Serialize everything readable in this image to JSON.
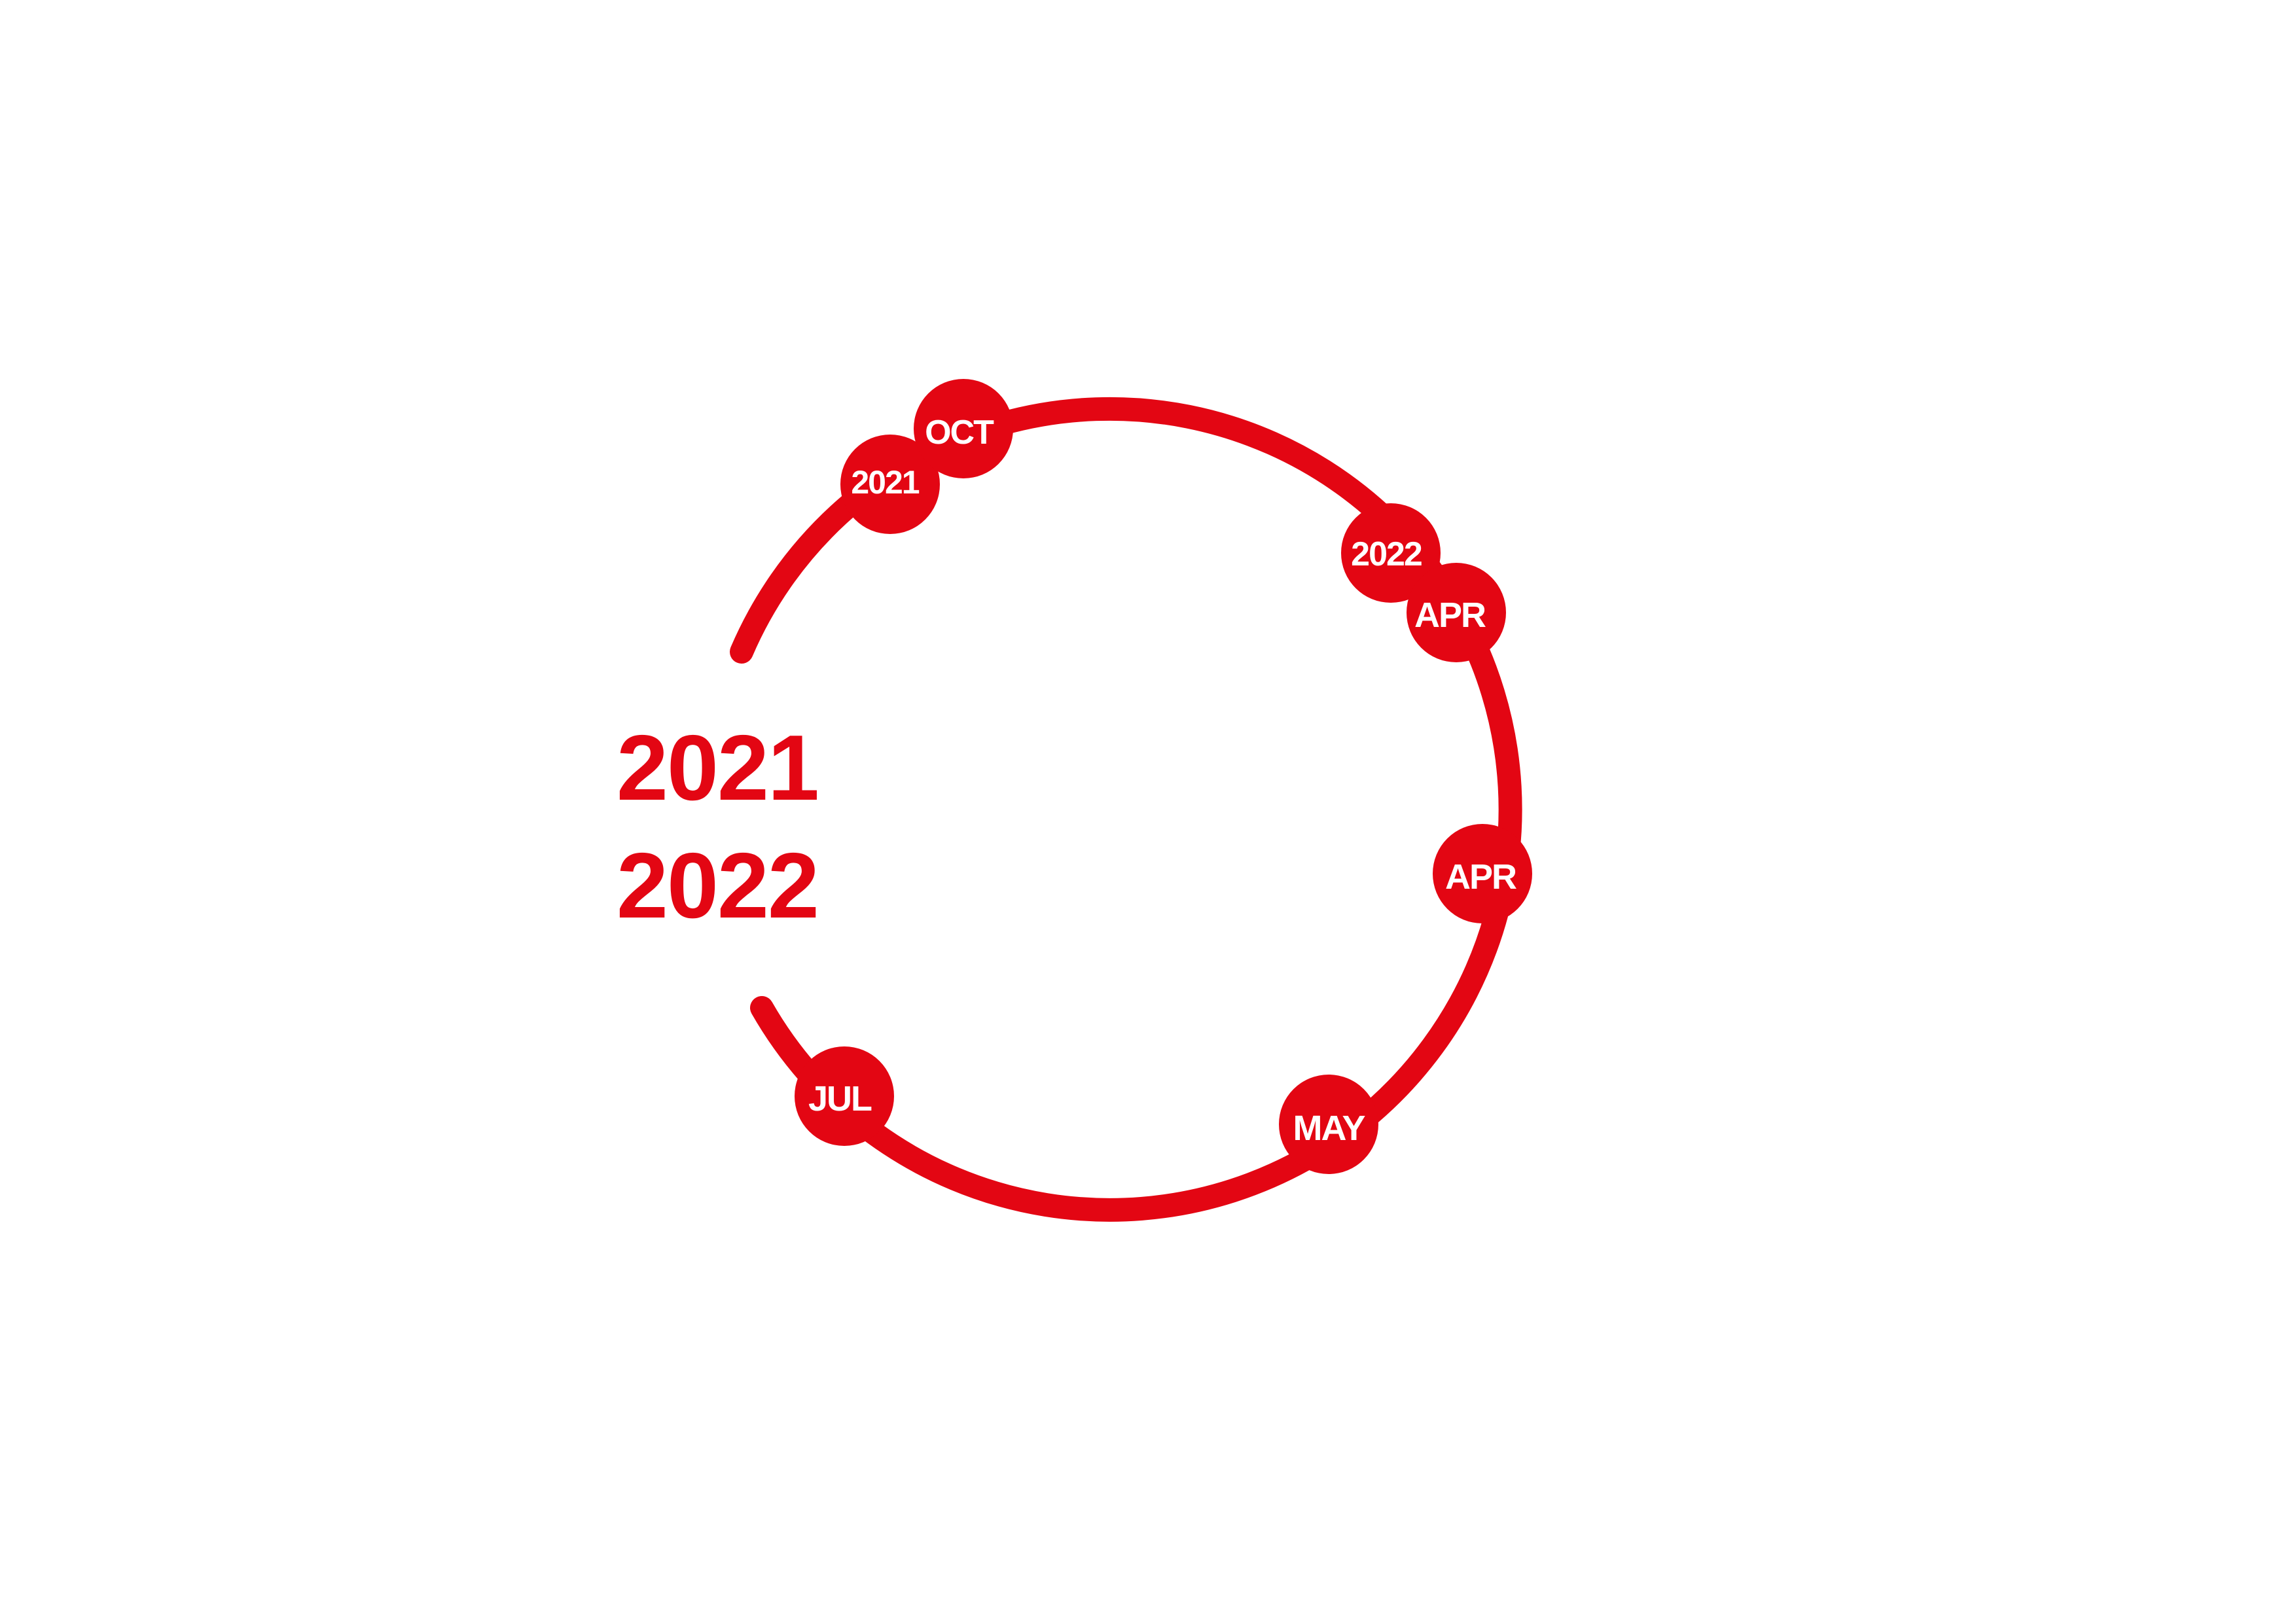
{
  "colors": {
    "accent": "#e30613",
    "background": "#ffffff",
    "label_text": "#ffffff"
  },
  "years": {
    "start": "2021",
    "end": "2022"
  },
  "milestones": [
    {
      "label": "2021"
    },
    {
      "label": "OCT"
    },
    {
      "label": "2022"
    },
    {
      "label": "APR"
    },
    {
      "label": "APR"
    },
    {
      "label": "MAY"
    },
    {
      "label": "JUL"
    }
  ]
}
